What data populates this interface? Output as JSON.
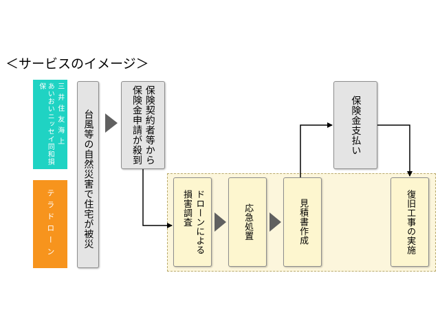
{
  "title": "＜サービスのイメージ＞",
  "companies": {
    "insurer_col1": "あいおいニッセイ同和損保",
    "insurer_col2": "三井住友海上",
    "drone_company": "テラドローン"
  },
  "steps": {
    "disaster": "台風等の自然災害で住宅が被災",
    "claims": [
      "保険契約者等から",
      "保険金申請が殺到"
    ],
    "drone_survey": [
      "ドローンによる",
      "損害調査"
    ],
    "emergency": "応急処置",
    "estimate": "見積書作成",
    "payment": "保険金支払い",
    "restoration": "復旧工事の実施"
  },
  "colors": {
    "insurer_bar": "#1fd3c3",
    "drone_bar": "#f7941d",
    "gray_box": "#e4e4e4",
    "yellow_box": "#fdf6cf",
    "arrow": "#606060"
  }
}
